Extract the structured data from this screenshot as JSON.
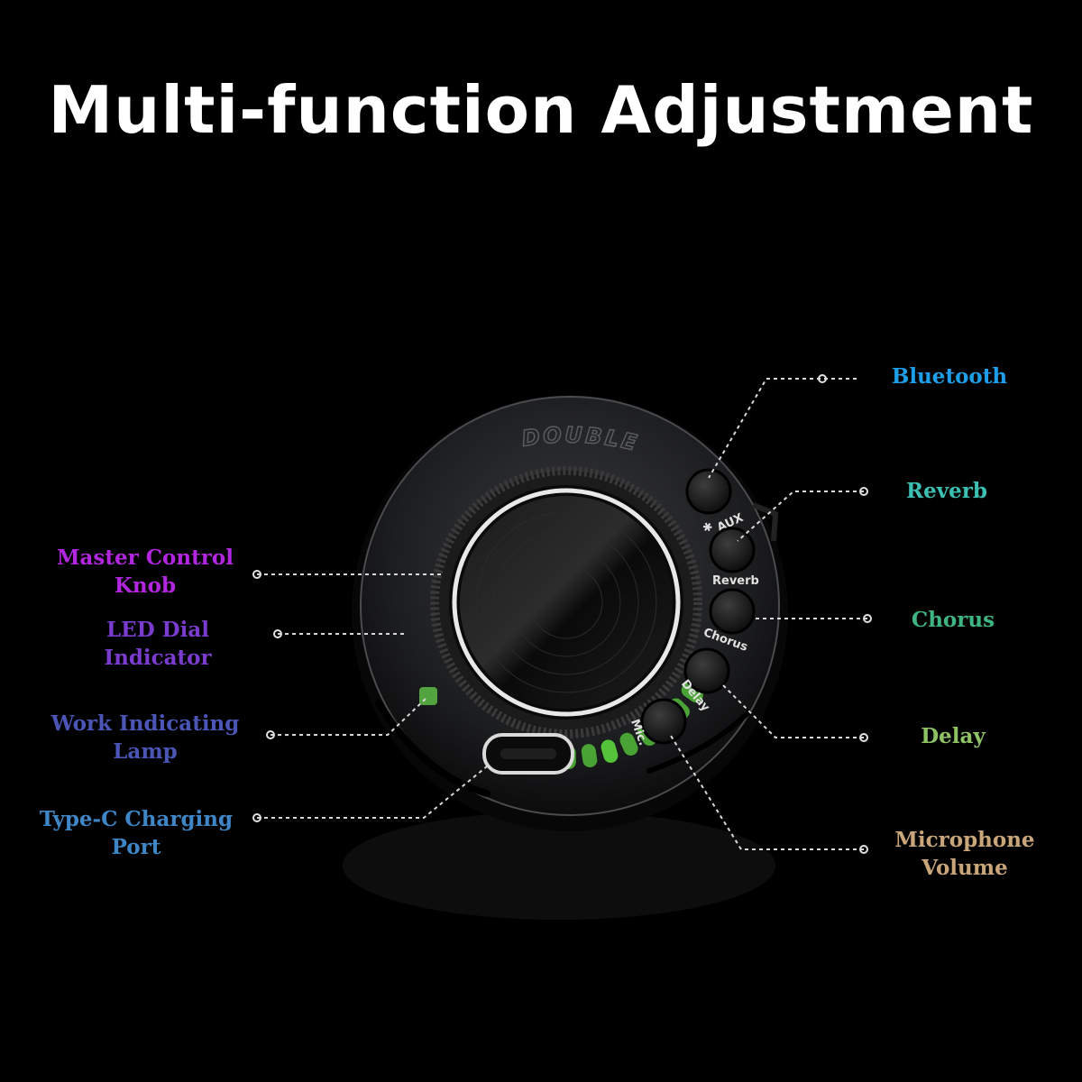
{
  "title": "Multi-function Adjustment",
  "device": {
    "brand": "DOUBLE",
    "buttons": {
      "aux": "AUX",
      "reverb": "Reverb",
      "chorus": "Chorus",
      "delay": "Delay",
      "mic": "Mic."
    }
  },
  "labels": {
    "bluetooth": "Bluetooth",
    "reverb": "Reverb",
    "chorus": "Chorus",
    "delay": "Delay",
    "mic_line1": "Microphone",
    "mic_line2": "Volume",
    "knob_line1": "Master Control",
    "knob_line2": "Knob",
    "led_line1": "LED Dial",
    "led_line2": "Indicator",
    "work_line1": "Work Indicating",
    "work_line2": "Lamp",
    "typec_line1": "Type-C Charging",
    "typec_line2": "Port"
  },
  "colors": {
    "bluetooth": "#1e9ee8",
    "reverb": "#3cc0b4",
    "chorus": "#3fb583",
    "delay": "#8ec265",
    "mic": "#c9a67a",
    "knob": "#b326e0",
    "led": "#7a3ccf",
    "work": "#4a55b5",
    "typec": "#3f86c6",
    "led_glow": "#5fe040"
  },
  "icons": {
    "bluetooth": "bluetooth-icon"
  }
}
